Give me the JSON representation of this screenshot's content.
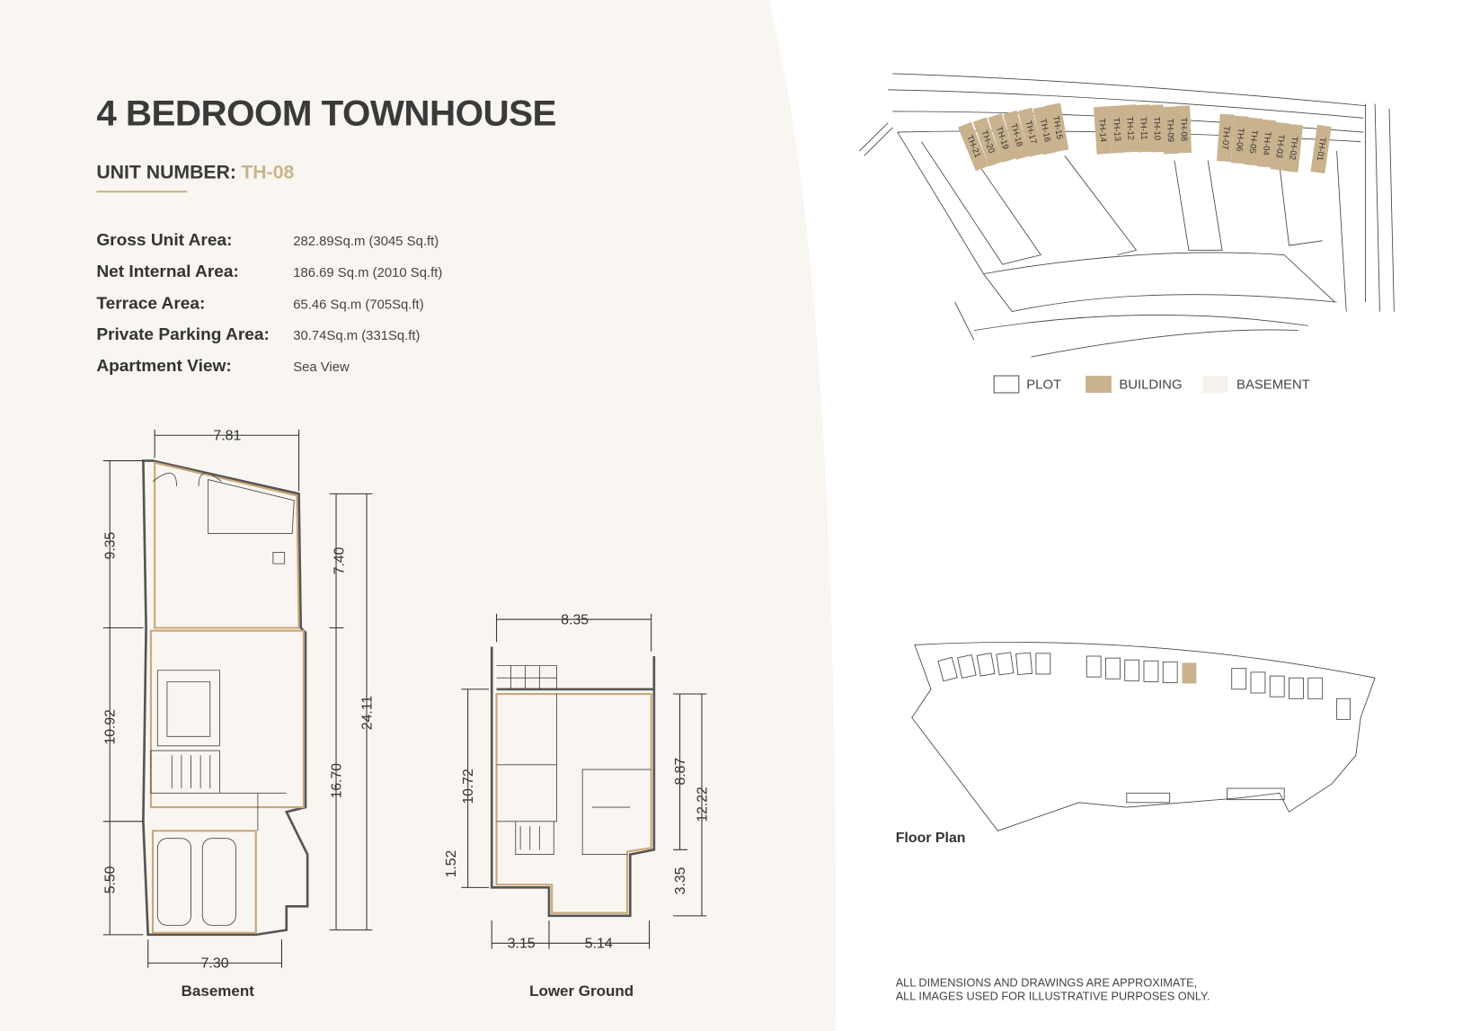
{
  "title": "4 BEDROOM TOWNHOUSE",
  "unit": {
    "label": "UNIT NUMBER:",
    "value": "TH-08"
  },
  "specs": [
    {
      "label": "Gross Unit Area:",
      "value": "282.89Sq.m  (3045 Sq.ft)"
    },
    {
      "label": "Net Internal Area:",
      "value": "186.69 Sq.m  (2010 Sq.ft)"
    },
    {
      "label": "Terrace Area:",
      "value": "65.46 Sq.m  (705Sq.ft)"
    },
    {
      "label": "Private Parking Area:",
      "value": "30.74Sq.m  (331Sq.ft)"
    },
    {
      "label": "Apartment View:",
      "value": "Sea View"
    }
  ],
  "basement": {
    "caption": "Basement",
    "dims": {
      "top": "7.81",
      "left1": "9.35",
      "left2": "10.92",
      "left3": "5.50",
      "right1": "7.40",
      "right2": "16.70",
      "right3": "24.11",
      "bottom": "7.30"
    }
  },
  "lower_ground": {
    "caption": "Lower Ground",
    "dims": {
      "top": "8.35",
      "left1": "10.72",
      "left2": "1.52",
      "right1": "8.87",
      "right2": "12.22",
      "right3": "3.35",
      "bottom1": "3.15",
      "bottom2": "5.14"
    }
  },
  "site_plan": {
    "units": [
      "TH-21",
      "TH-20",
      "TH-19",
      "TH-18",
      "TH-17",
      "TH-16",
      "TH-15",
      "TH-14",
      "TH-13",
      "TH-12",
      "TH-11",
      "TH-10",
      "TH-09",
      "TH-08",
      "TH-07",
      "TH-06",
      "TH-05",
      "TH-04",
      "TH-03",
      "TH-02",
      "TH-01"
    ],
    "legend": [
      {
        "label": "PLOT",
        "color": "#ffffff"
      },
      {
        "label": "BUILDING",
        "color": "#c9b38e"
      },
      {
        "label": "BASEMENT",
        "color": "#f7f3ec"
      }
    ]
  },
  "key_plan": {
    "caption": "Floor Plan"
  },
  "disclaimer": [
    "ALL DIMENSIONS AND DRAWINGS ARE APPROXIMATE,",
    "ALL IMAGES USED FOR ILLUSTRATIVE PURPOSES ONLY."
  ],
  "colors": {
    "accent": "#c9b38e",
    "background": "#f9f6f1",
    "text": "#3a3a3a"
  }
}
